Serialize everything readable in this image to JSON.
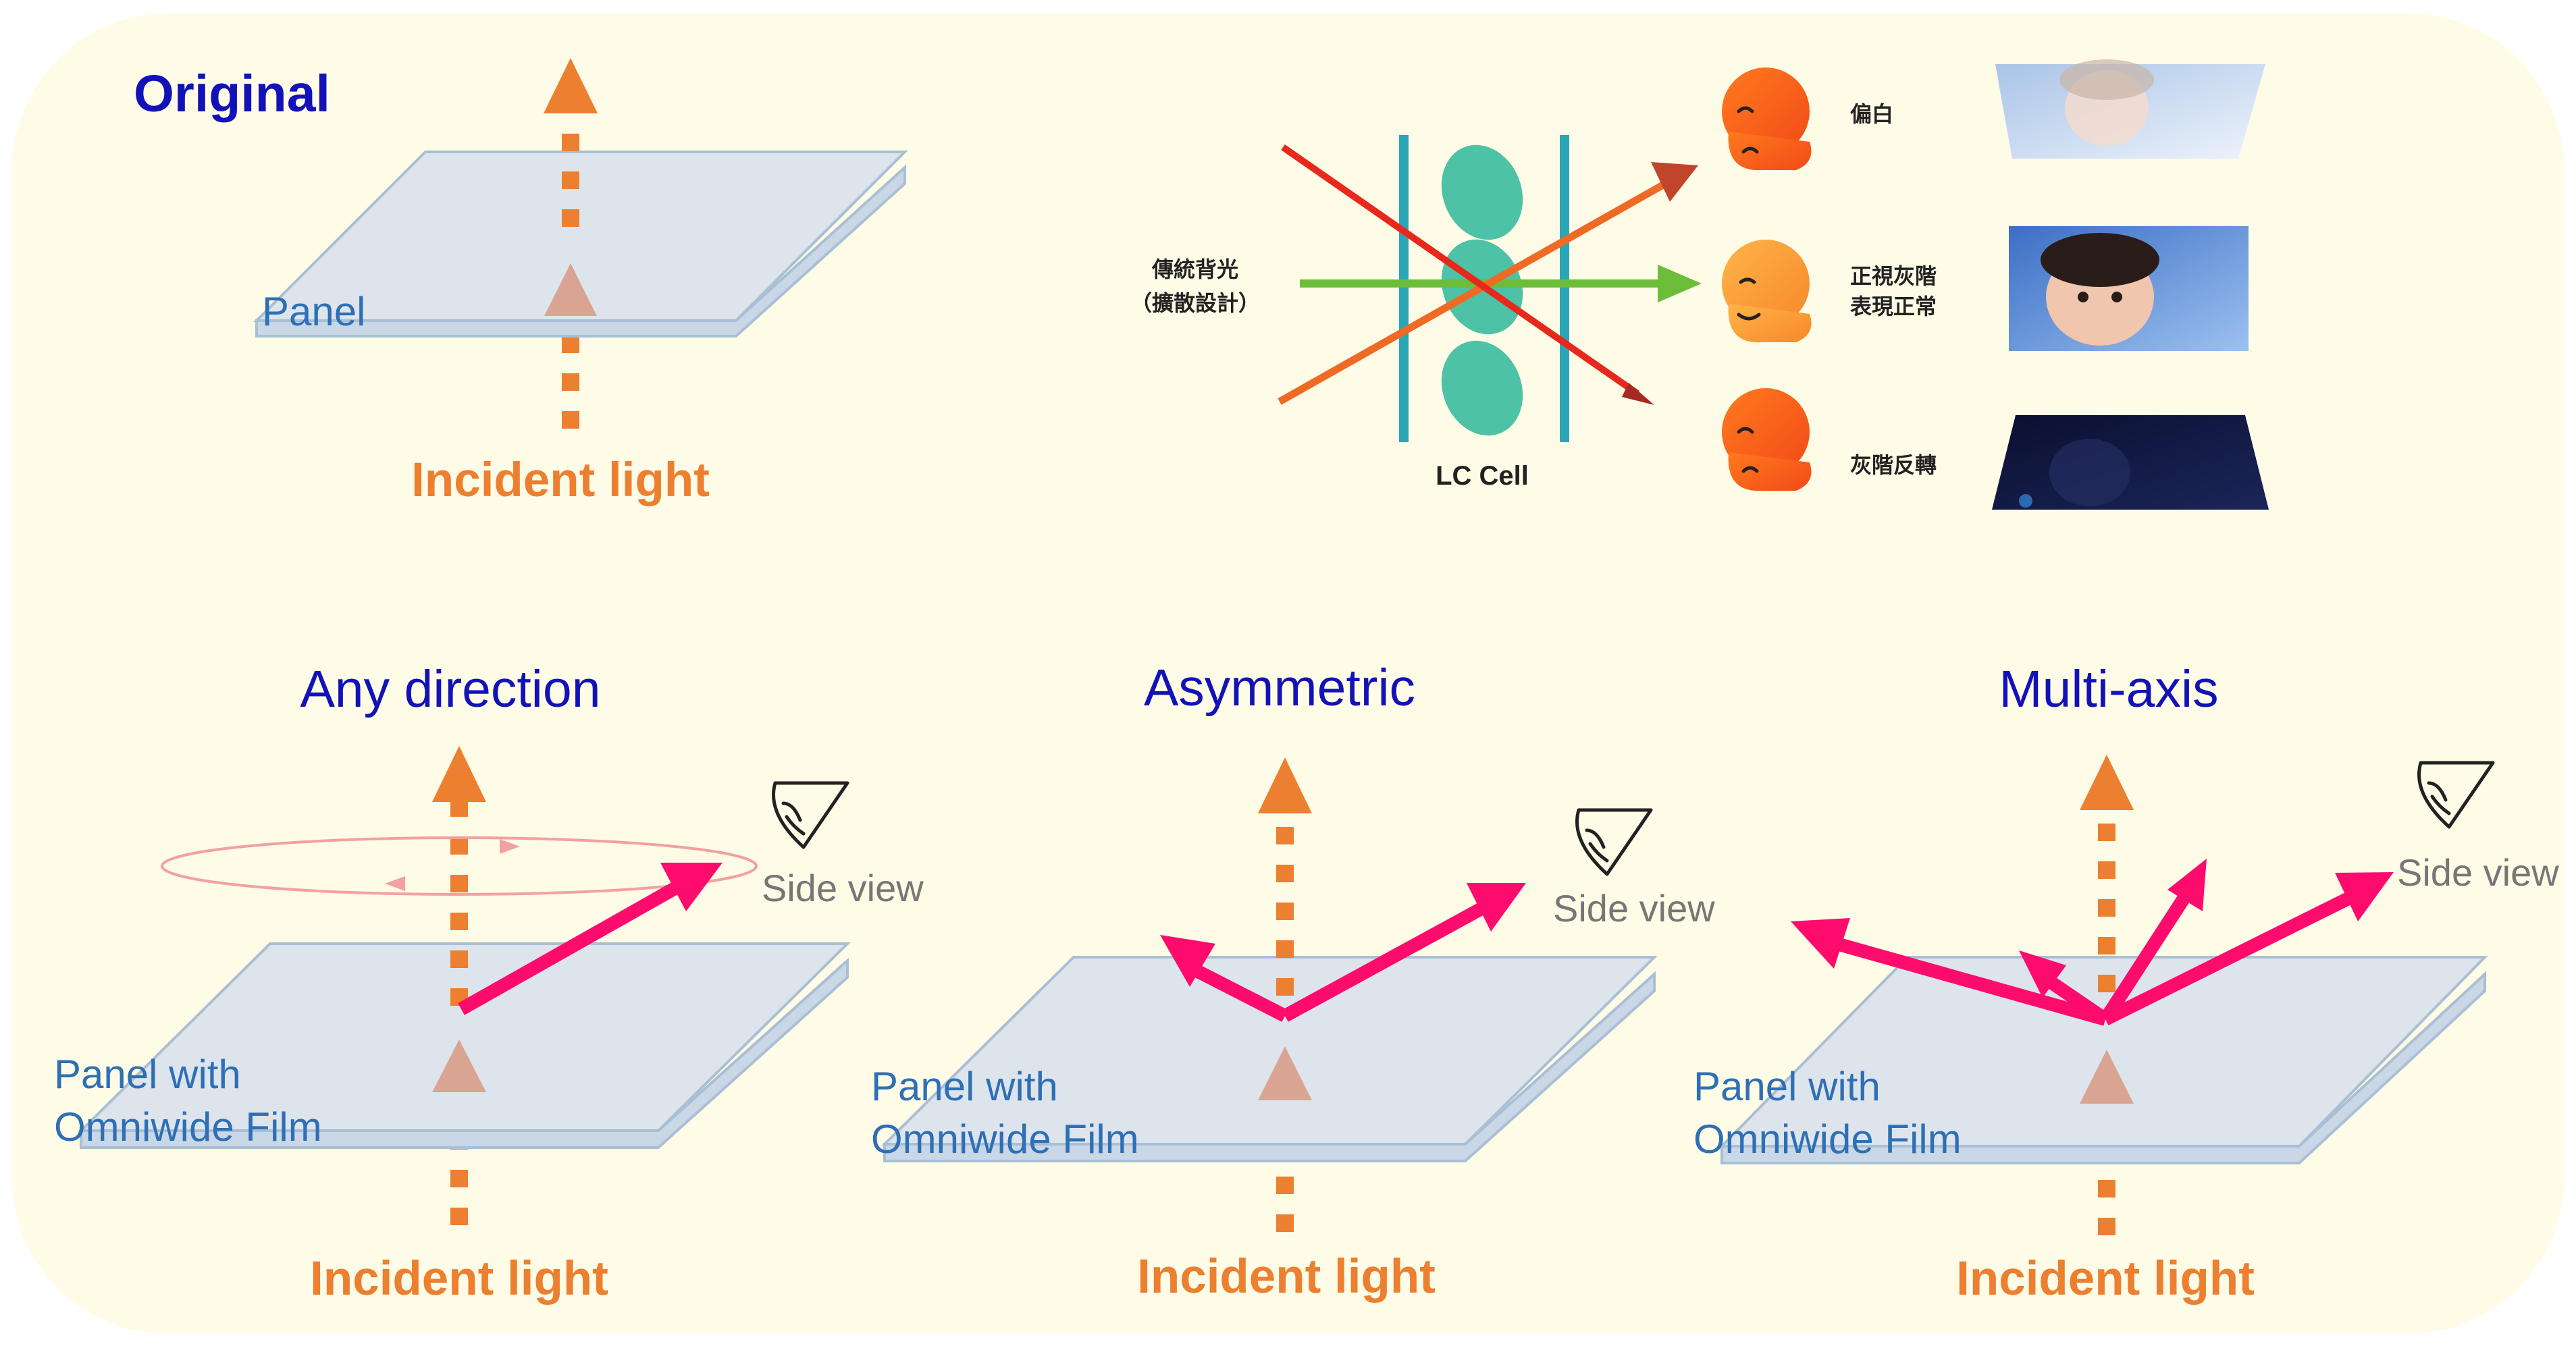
{
  "original": {
    "title": "Original",
    "panel_label": "Panel",
    "incident_label": "Incident light"
  },
  "lc_inset": {
    "backlight_line1": "傳統背光",
    "backlight_line2": "（擴散設計）",
    "cell_label": "LC Cell",
    "views": [
      {
        "label_line1": "偏白",
        "label_line2": ""
      },
      {
        "label_line1": "正視灰階",
        "label_line2": "表現正常"
      },
      {
        "label_line1": "灰階反轉",
        "label_line2": ""
      }
    ]
  },
  "modes": [
    {
      "heading": "Any direction",
      "panel_line1": "Panel with",
      "panel_line2": "Omniwide Film",
      "side_label": "Side view",
      "incident_label": "Incident light"
    },
    {
      "heading": "Asymmetric",
      "panel_line1": "Panel with",
      "panel_line2": "Omniwide Film",
      "side_label": "Side view",
      "incident_label": "Incident light"
    },
    {
      "heading": "Multi-axis",
      "panel_line1": "Panel with",
      "panel_line2": "Omniwide Film",
      "side_label": "Side view",
      "incident_label": "Incident light"
    }
  ],
  "colors": {
    "background": "#fefbe6",
    "incident_orange": "#ec7f30",
    "faded_arrow": "#d9a592",
    "emitted_pink": "#fe0b6e",
    "heading_blue": "#1212b8",
    "panel_label_blue": "#2e6fb5",
    "side_view_gray": "#767676",
    "lc_crystal_teal": "#4ec2a6",
    "lc_electrode": "#2aa7b6"
  },
  "icons": [
    "eye-icon",
    "face-icon",
    "child-photo"
  ]
}
